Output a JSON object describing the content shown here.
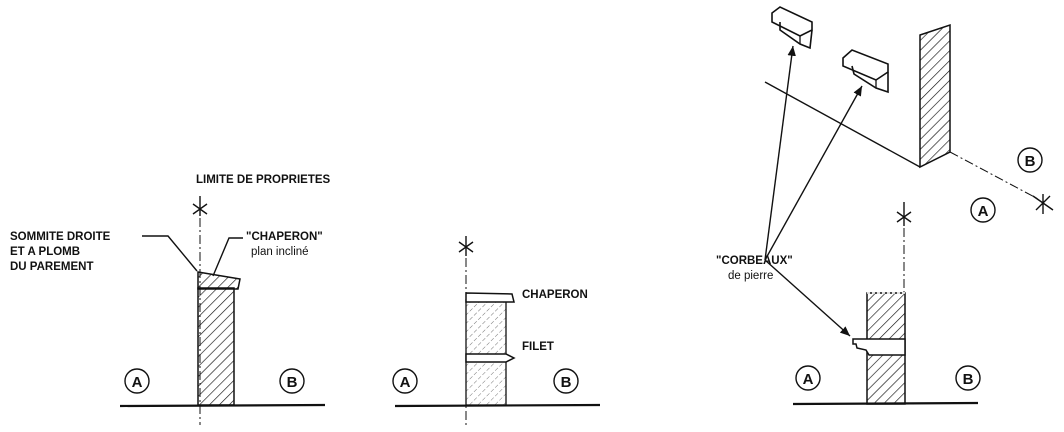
{
  "left_figure": {
    "title": "LIMITE DE PROPRIETES",
    "sommite_lines": [
      "SOMMITE DROITE",
      "ET A PLOMB",
      "DU PAREMENT"
    ],
    "chaperon": "\"CHAPERON\"",
    "chaperon_sub": "plan incliné",
    "side_a": "A",
    "side_b": "B"
  },
  "middle_figure": {
    "chaperon": "CHAPERON",
    "filet": "FILET",
    "side_a": "A",
    "side_b": "B"
  },
  "right_figure": {
    "corbeaux": "\"CORBEAUX\"",
    "corbeaux_sub": "de pierre",
    "side_a": "A",
    "side_b": "B",
    "plan_side_a": "A",
    "plan_side_b": "B"
  }
}
